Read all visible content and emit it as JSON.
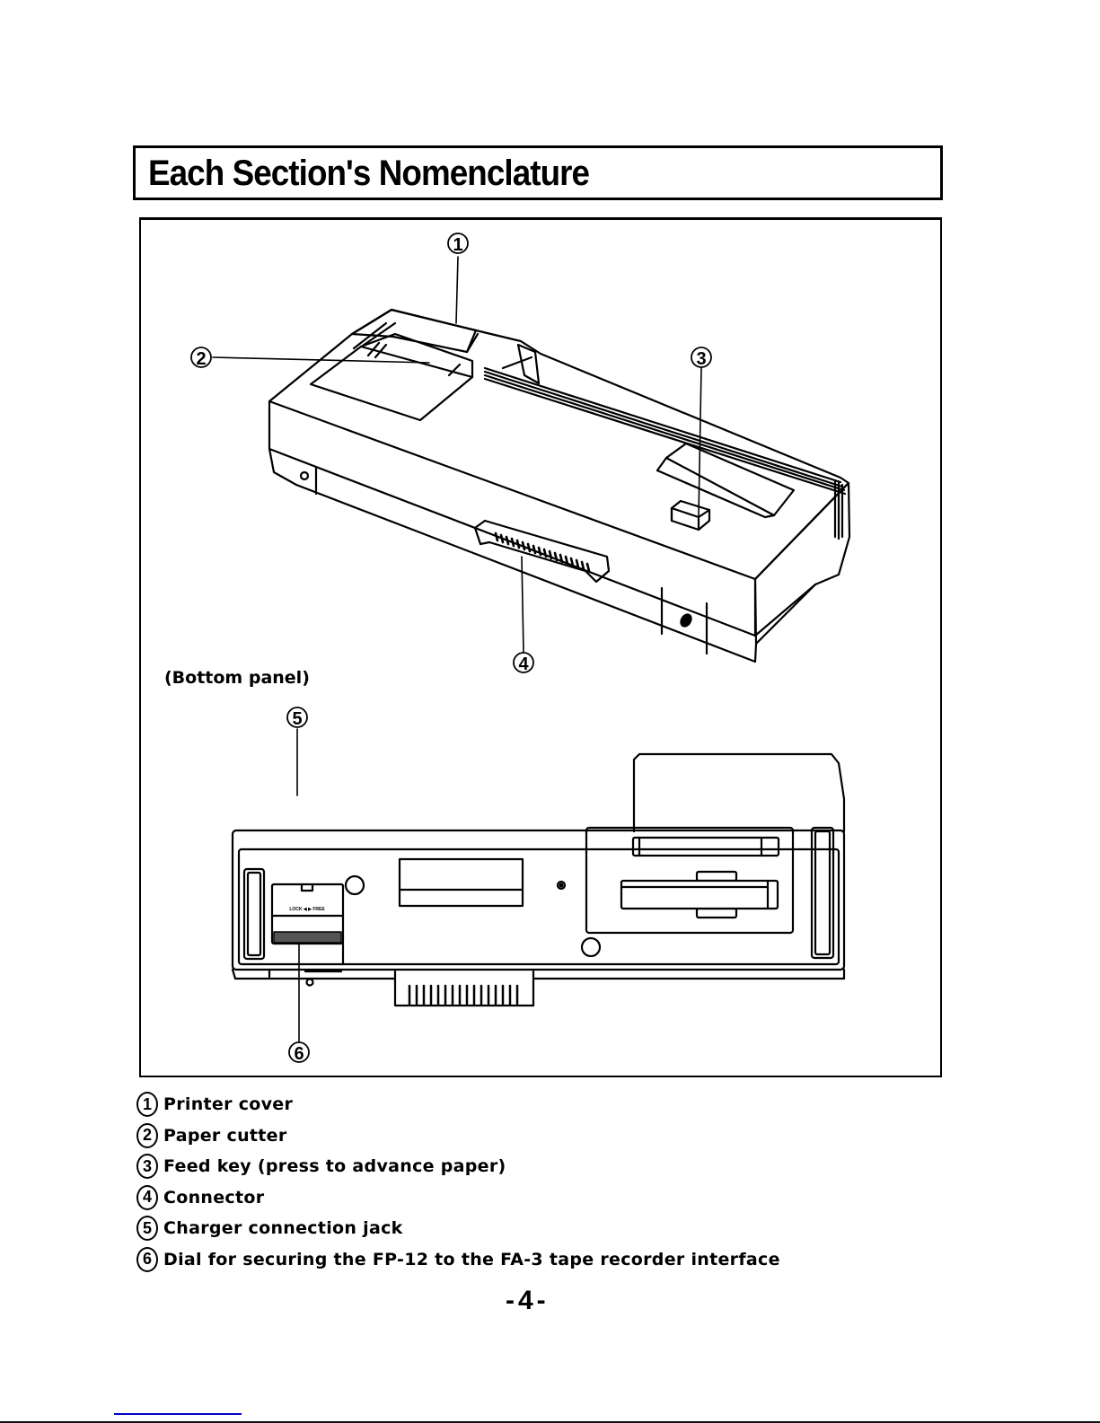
{
  "page": {
    "title": "Each Section's Nomenclature",
    "page_number": "-4-"
  },
  "figure": {
    "bottom_panel_label": "(Bottom panel)",
    "callouts": [
      {
        "num": "1",
        "target": "printer-cover"
      },
      {
        "num": "2",
        "target": "paper-cutter"
      },
      {
        "num": "3",
        "target": "feed-key"
      },
      {
        "num": "4",
        "target": "connector"
      },
      {
        "num": "5",
        "target": "charger-connection-jack"
      },
      {
        "num": "6",
        "target": "securing-dial"
      }
    ],
    "dial_label": "LOCK ◀ ▶ FREE"
  },
  "legend": {
    "items": [
      {
        "num": "1",
        "label": "Printer cover"
      },
      {
        "num": "2",
        "label": "Paper cutter"
      },
      {
        "num": "3",
        "label": "Feed key (press to advance paper)"
      },
      {
        "num": "4",
        "label": "Connector"
      },
      {
        "num": "5",
        "label": "Charger connection jack"
      },
      {
        "num": "6",
        "label": "Dial for securing the FP-12 to the FA-3 tape recorder interface"
      }
    ]
  },
  "colors": {
    "ink": "#000000",
    "paper": "#ffffff",
    "link": "#0000cc"
  }
}
